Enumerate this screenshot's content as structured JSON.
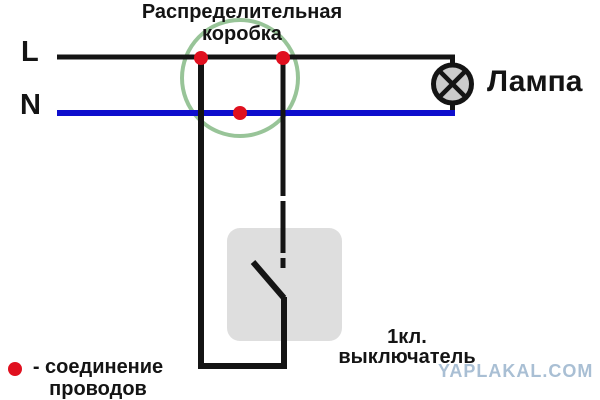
{
  "title": {
    "line1": "Распределительная",
    "line2": "коробка"
  },
  "labels": {
    "live": "L",
    "neutral": "N",
    "lamp": "Лампа",
    "switch_line1": "1кл.",
    "switch_line2": "выключатель"
  },
  "legend": {
    "line1": "- соединение",
    "line2": "проводов"
  },
  "watermark": "YAPLAKAL.COM",
  "colors": {
    "wire_black": "#141414",
    "neutral_blue": "#0e0ecd",
    "junction_red": "#e0101f",
    "distribution_circle_green": "#98c498",
    "switch_body_gray": "#dedede",
    "lamp_fill_gray": "#cbcbcb",
    "watermark_blue": "#a9bfd4"
  }
}
